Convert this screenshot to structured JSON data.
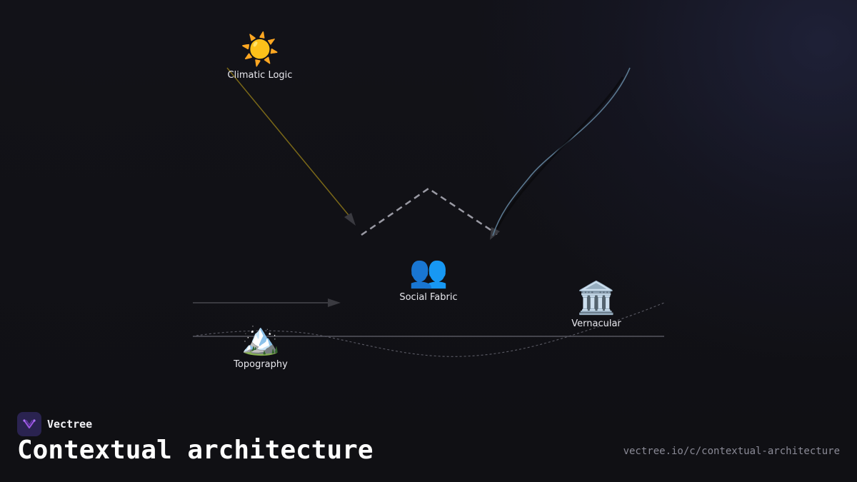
{
  "nodes": {
    "climatic": {
      "icon": "sun-icon",
      "emoji": "☀️",
      "label": "Climatic Logic"
    },
    "social": {
      "icon": "people-icon",
      "emoji": "👥",
      "label": "Social Fabric"
    },
    "vernacular": {
      "icon": "classical-building-icon",
      "emoji": "🏛️",
      "label": "Vernacular"
    },
    "topography": {
      "icon": "mountain-icon",
      "emoji": "🏔️",
      "label": "Topography"
    }
  },
  "colors": {
    "background": "#111116",
    "climatic_arrow": "#8a7420",
    "curve": "#5a7890",
    "dashed_roof": "#9a9aa4",
    "ground_line": "#5a5a64",
    "arrow_gray": "#4a4a52",
    "brand_accent": "#8e4fd8"
  },
  "brand": {
    "logo_icon": "vectree-logo-icon",
    "name": "Vectree"
  },
  "title": "Contextual architecture",
  "url": "vectree.io/c/contextual-architecture"
}
